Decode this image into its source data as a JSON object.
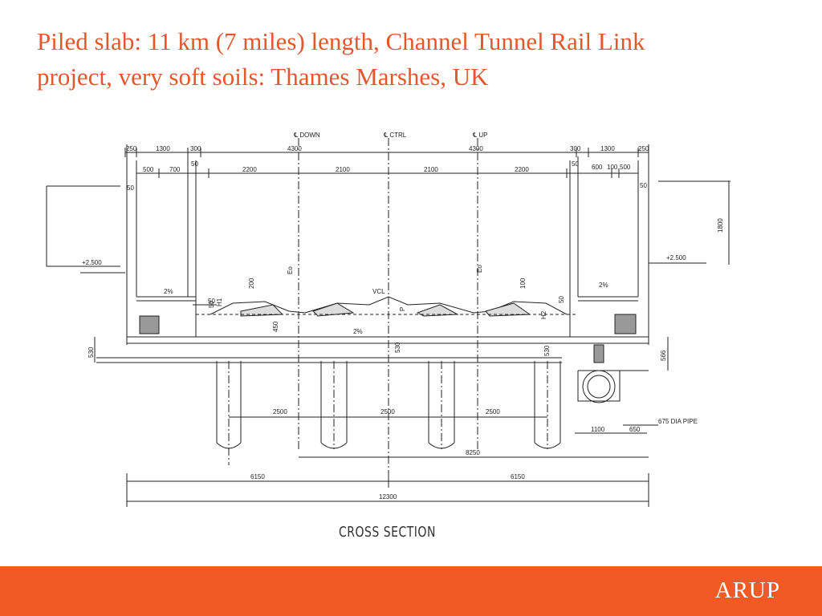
{
  "slide": {
    "title_line1": "Piled slab: 11 km (7 miles) length, Channel Tunnel Rail Link",
    "title_line2": "project, very soft soils: Thames Marshes, UK",
    "logo_text": "ARUP",
    "accent_color": "#e4572e",
    "footer_color": "#f15a24"
  },
  "drawing": {
    "caption": "CROSS SECTION",
    "centerlines": {
      "down": "℄ DOWN",
      "ctrl": "℄ CTRL",
      "up": "℄ UP"
    },
    "top_dims": [
      "250",
      "1300",
      "300",
      "4300",
      "4300",
      "300",
      "1300",
      "250"
    ],
    "second_dims": [
      "500",
      "700",
      "2200",
      "2100",
      "2100",
      "2200",
      "600",
      "100",
      "500"
    ],
    "side_dims": [
      "50",
      "50",
      "50",
      "50",
      "50"
    ],
    "levels": [
      "+2.500",
      "+2.500"
    ],
    "right_dims": [
      "1800",
      "566"
    ],
    "slope_labels": [
      "2%",
      "2%",
      "2%"
    ],
    "mid_dims": [
      "200",
      "100",
      "450",
      "530",
      "530",
      "530",
      "50",
      "50"
    ],
    "marks": [
      "Eo",
      "Eo",
      "VCL",
      "H1",
      "H2",
      "P"
    ],
    "pile_spacing": [
      "2500",
      "2500",
      "2500"
    ],
    "pipe_dims": [
      "1100",
      "650"
    ],
    "pipe_label": "675 DIA PIPE",
    "bottom_dims": [
      "8250",
      "6150",
      "6150",
      "12300"
    ]
  }
}
